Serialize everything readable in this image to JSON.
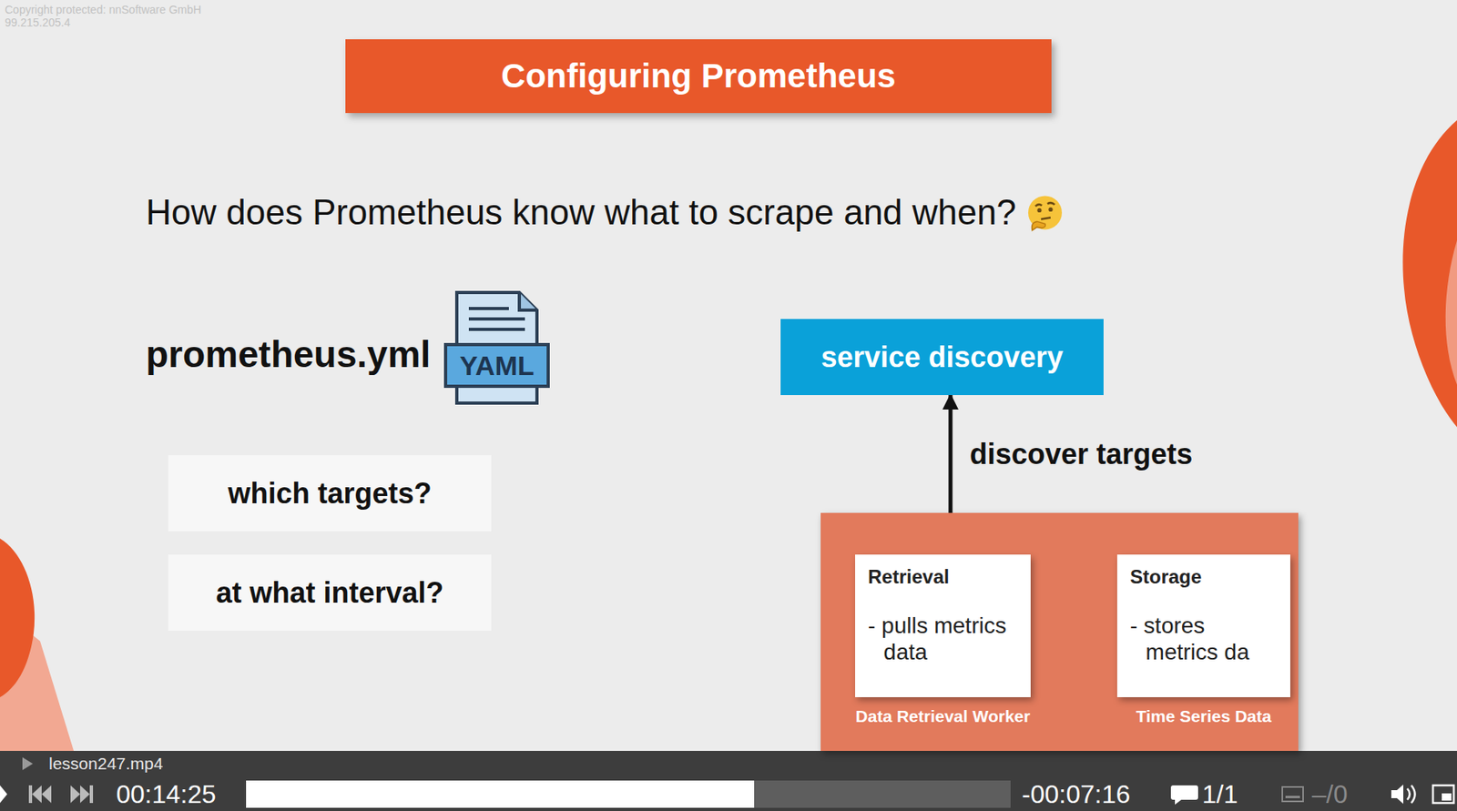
{
  "diagram": {
    "title": "Configuring Prometheus",
    "nodes": [
      {
        "text": [
          "service discovery"
        ]
      },
      {
        "text": [
          "which targets?"
        ]
      },
      {
        "text": []
      },
      {
        "text": [
          "Retrieval",
          "- pulls metrics data",
          "Data Retrieval Worker"
        ],
        "in": 2
      },
      {
        "text": [
          "Storage",
          "- stores metrics da",
          "Time Series Data"
        ],
        "in": 2
      },
      {
        "text": [
          "at what interval?"
        ]
      }
    ],
    "edges": [
      {
        "from": 2,
        "to": 0,
        "arrow": "to",
        "label": "discover targets"
      }
    ],
    "labels": [
      "Copyright protected: nnSoftware GmbH",
      "99.215.205.4",
      "How does Prometheus know what to scrape and when?",
      "prometheus.yml",
      "YAML",
      "lesson247.mp4",
      "00:14:25",
      "-00:07:16",
      "1/1",
      "–/0"
    ]
  }
}
